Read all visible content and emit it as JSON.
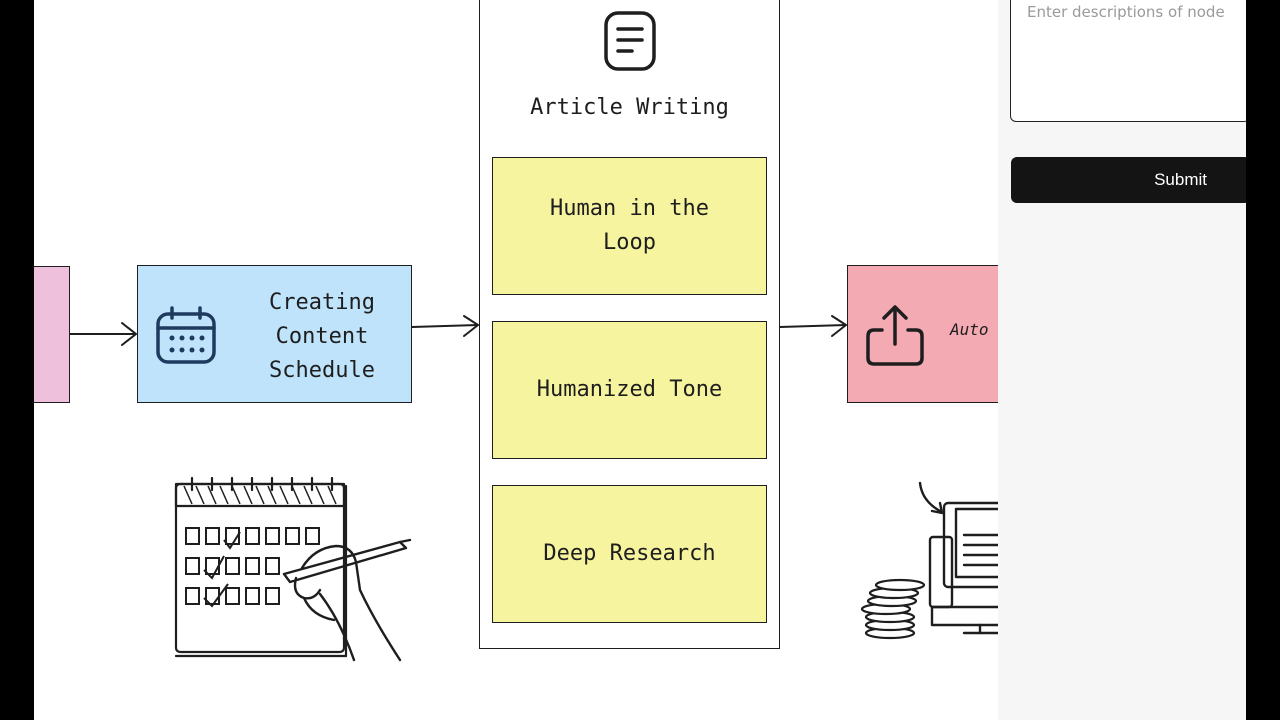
{
  "canvas": {
    "nodes": {
      "schedule": {
        "label_lines": [
          "Creating",
          "Content",
          "Schedule"
        ],
        "icon": "calendar-icon"
      },
      "publish": {
        "label": "Auto",
        "icon": "upload-icon"
      },
      "article_group": {
        "title": "Article Writing",
        "icon": "document-icon",
        "cards": [
          {
            "label": "Human in the Loop"
          },
          {
            "label": "Humanized Tone"
          },
          {
            "label": "Deep Research"
          }
        ]
      }
    },
    "colors": {
      "pink": "#eec0dc",
      "blue": "#bfe3fa",
      "yellow": "#f7f49f",
      "red": "#f3aab3",
      "stroke": "#1e1e1e"
    },
    "illustrations": [
      "calendar-hand-sketch",
      "computer-coins-sketch"
    ]
  },
  "panel": {
    "description_placeholder": "Enter descriptions of node",
    "submit_label": "Submit"
  }
}
